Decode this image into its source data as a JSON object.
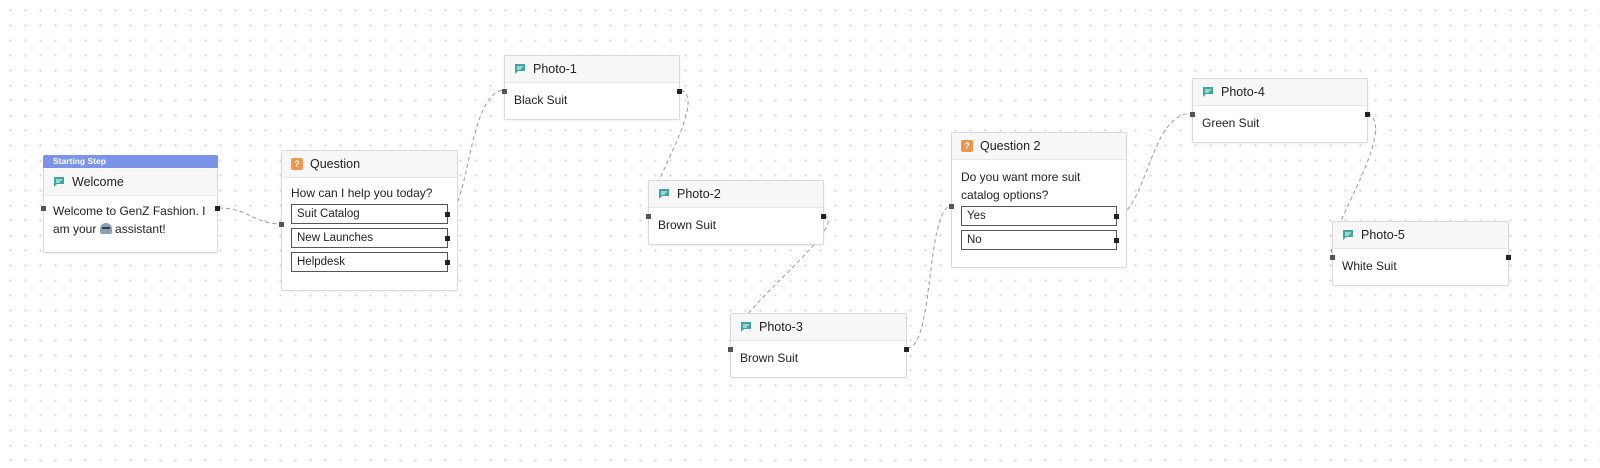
{
  "canvas": {
    "nodes": [
      {
        "id": "welcome",
        "type": "message",
        "badge": "Starting Step",
        "title": "Welcome",
        "body_prefix": "Welcome to GenZ Fashion. I am your",
        "body_suffix": "assistant!",
        "emoji_icon": "robot-icon"
      },
      {
        "id": "question",
        "type": "question",
        "title": "Question",
        "prompt": "How can I help you today?",
        "options": [
          "Suit Catalog",
          "New Launches",
          "Helpdesk"
        ]
      },
      {
        "id": "photo1",
        "type": "message",
        "title": "Photo-1",
        "body": "Black Suit"
      },
      {
        "id": "photo2",
        "type": "message",
        "title": "Photo-2",
        "body": "Brown Suit"
      },
      {
        "id": "photo3",
        "type": "message",
        "title": "Photo-3",
        "body": "Brown Suit"
      },
      {
        "id": "question2",
        "type": "question",
        "title": "Question 2",
        "prompt": "Do you want more suit catalog options?",
        "options": [
          "Yes",
          "No"
        ]
      },
      {
        "id": "photo4",
        "type": "message",
        "title": "Photo-4",
        "body": "Green Suit"
      },
      {
        "id": "photo5",
        "type": "message",
        "title": "Photo-5",
        "body": "White Suit"
      }
    ]
  },
  "icons": {
    "message": "chat-bubble-icon",
    "question": "question-mark-icon"
  },
  "colors": {
    "accent": "#7b93e8",
    "question_icon": "#f0964a",
    "message_icon": "#3aa8a0",
    "connector": "#999999"
  }
}
